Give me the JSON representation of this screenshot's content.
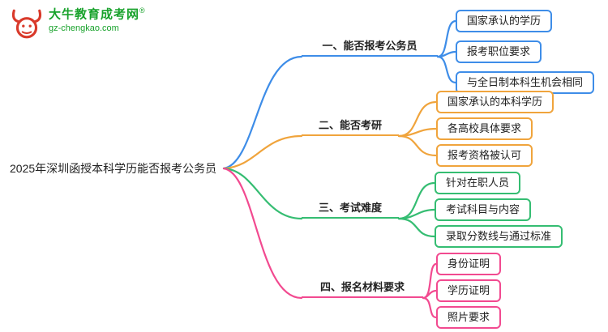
{
  "logo": {
    "title": "大牛教育成考网",
    "registered_mark": "®",
    "url": "gz-chengkao.com"
  },
  "mindmap": {
    "root": "2025年深圳函授本科学历能否报考公务员",
    "branches": [
      {
        "label": "一、能否报考公务员",
        "color": "#3e8de8",
        "children": [
          "国家承认的学历",
          "报考职位要求",
          "与全日制本科生机会相同"
        ]
      },
      {
        "label": "二、能否考研",
        "color": "#f0a43c",
        "children": [
          "国家承认的本科学历",
          "各高校具体要求",
          "报考资格被认可"
        ]
      },
      {
        "label": "三、考试难度",
        "color": "#35bd72",
        "children": [
          "针对在职人员",
          "考试科目与内容",
          "录取分数线与通过标准"
        ]
      },
      {
        "label": "四、报名材料要求",
        "color": "#f24a90",
        "children": [
          "身份证明",
          "学历证明",
          "照片要求"
        ]
      }
    ]
  }
}
